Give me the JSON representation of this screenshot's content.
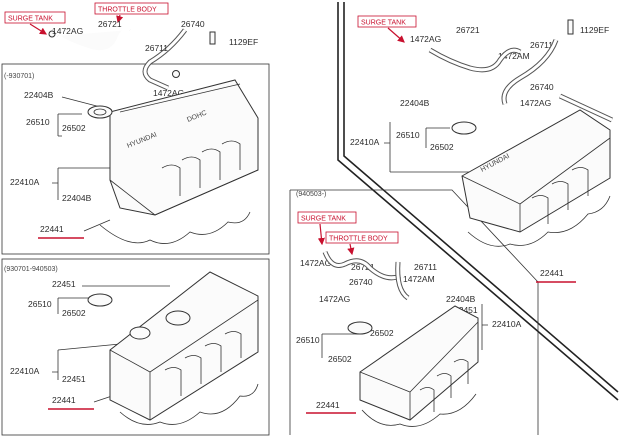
{
  "colors": {
    "accent_red": "#c8102e",
    "line": "#333333"
  },
  "callouts": {
    "surge_tank": "SURGE TANK",
    "throttle_body": "THROTTLE BODY"
  },
  "sections": {
    "top_left": {
      "date_range": "(-930701)",
      "labels": {
        "p1472ag": "1472AG",
        "p26721": "26721",
        "p26740": "26740",
        "p26711": "26711",
        "p1129ef": "1129EF",
        "p1472ag_b": "1472AG",
        "p22404b": "22404B",
        "p26510": "26510",
        "p26502": "26502",
        "p22410a": "22410A",
        "p22404b_b": "22404B",
        "p22441": "22441"
      }
    },
    "bottom_left": {
      "date_range": "(930701-940503)",
      "labels": {
        "p22451": "22451",
        "p26510": "26510",
        "p26502": "26502",
        "p22410a": "22410A",
        "p22451_b": "22451",
        "p22441": "22441"
      }
    },
    "middle": {
      "date_range": "(940503-)",
      "labels": {
        "p1472ag": "1472AG",
        "p26721": "26721",
        "p26711": "26711",
        "p1472am": "1472AM",
        "p1472ag_b": "1472AG",
        "p26740": "26740",
        "p22404b": "22404B",
        "p22451": "22451",
        "p22410a": "22410A",
        "p26510": "26510",
        "p26502": "26502",
        "p26502_b": "26502",
        "p22441": "22441"
      }
    },
    "top_right": {
      "labels": {
        "p1472ag": "1472AG",
        "p26721": "26721",
        "p1129ef": "1129EF",
        "p26711": "26711",
        "p1472am": "1472AM",
        "p26740": "26740",
        "p1472ag_b": "1472AG",
        "p22404b": "22404B",
        "p22410a": "22410A",
        "p26510": "26510",
        "p26502": "26502",
        "p22441": "22441"
      }
    }
  },
  "cover_text": {
    "hyundai": "HYUNDAI",
    "dohc": "DOHC"
  }
}
